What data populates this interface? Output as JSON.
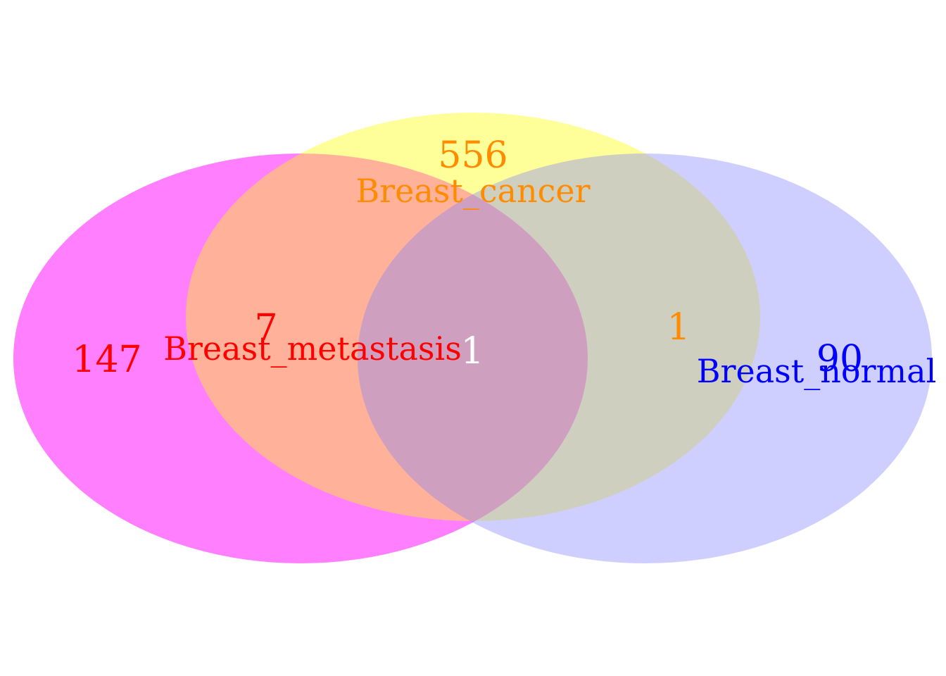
{
  "sets": [
    {
      "key": "metastasis",
      "name": "Breast_metastasis",
      "fill": "#ff00ff",
      "opacity": 0.5,
      "label_color": "#ff0000"
    },
    {
      "key": "cancer",
      "name": "Breast_cancer",
      "fill": "#ffff00",
      "opacity": 0.4,
      "label_color": "#ff8c00"
    },
    {
      "key": "normal",
      "name": "Breast_normal",
      "fill": "#8080ff",
      "opacity": 0.38,
      "label_color": "#0000ff"
    }
  ],
  "regions": [
    {
      "key": "metastasis_only",
      "count": "147",
      "color": "#ff0000"
    },
    {
      "key": "cancer_only",
      "count": "556",
      "color": "#ff8c00"
    },
    {
      "key": "normal_only",
      "count": "90",
      "color": "#0000ff"
    },
    {
      "key": "metastasis_cancer",
      "count": "7",
      "color": "#ff0000"
    },
    {
      "key": "cancer_normal",
      "count": "1",
      "color": "#ff8c00"
    },
    {
      "key": "all_three",
      "count": "1",
      "color": "#ffffff"
    }
  ]
}
